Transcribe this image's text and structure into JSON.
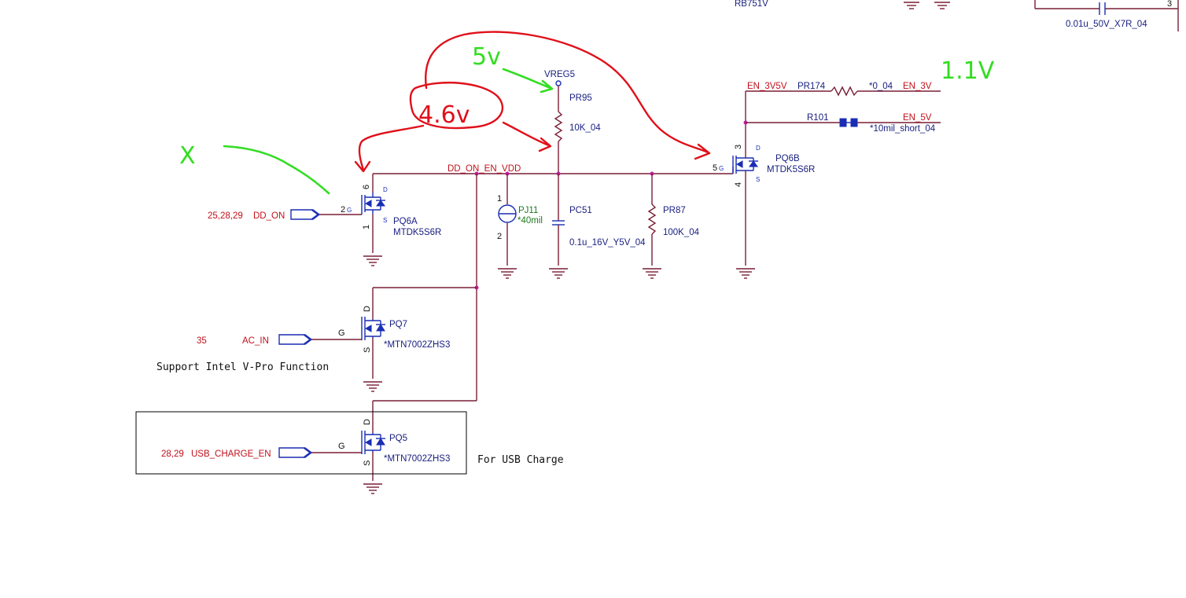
{
  "nets": {
    "vreg5": "VREG5",
    "dd_on_en_vdd": "DD_ON_EN_VDD",
    "en_3v5v": "EN_3V5V",
    "en_3v": "EN_3V",
    "en_5v": "EN_5V",
    "dd_on": "DD_ON",
    "ac_in": "AC_IN",
    "usb_charge_en": "USB_CHARGE_EN"
  },
  "refs": {
    "dd_on": "25,28,29",
    "ac_in": "35",
    "usb_charge_en": "28,29"
  },
  "top_partial": {
    "rb751v": "RB751V",
    "cap_value": "0.01u_50V_X7R_04",
    "pin3": "3"
  },
  "components": {
    "pr95": {
      "ref": "PR95",
      "value": "10K_04"
    },
    "pc51": {
      "ref": "PC51",
      "value": "0.1u_16V_Y5V_04"
    },
    "pr87": {
      "ref": "PR87",
      "value": "100K_04"
    },
    "pj11": {
      "ref": "PJ11",
      "value": "*40mil",
      "pin1": "1",
      "pin2": "2"
    },
    "pr174": {
      "ref": "PR174",
      "value": "*0_04"
    },
    "r101": {
      "ref": "R101",
      "value": "*10mil_short_04"
    },
    "pq6a": {
      "ref": "PQ6A",
      "value": "MTDK5S6R",
      "pin_d": "6",
      "pin_g": "2",
      "pin_s": "1"
    },
    "pq6b": {
      "ref": "PQ6B",
      "value": "MTDK5S6R",
      "pin_d": "3",
      "pin_g": "5",
      "pin_s": "4"
    },
    "pq7": {
      "ref": "PQ7",
      "value": "*MTN7002ZHS3"
    },
    "pq5": {
      "ref": "PQ5",
      "value": "*MTN7002ZHS3"
    }
  },
  "pin_letters": {
    "d": "D",
    "g": "G",
    "s": "S"
  },
  "notes": {
    "vpro": "Support Intel V-Pro Function",
    "usb": "For USB Charge"
  },
  "annotations": {
    "v5": "5v",
    "v46": "4.6v",
    "v11": "1.1V",
    "x": "X"
  }
}
